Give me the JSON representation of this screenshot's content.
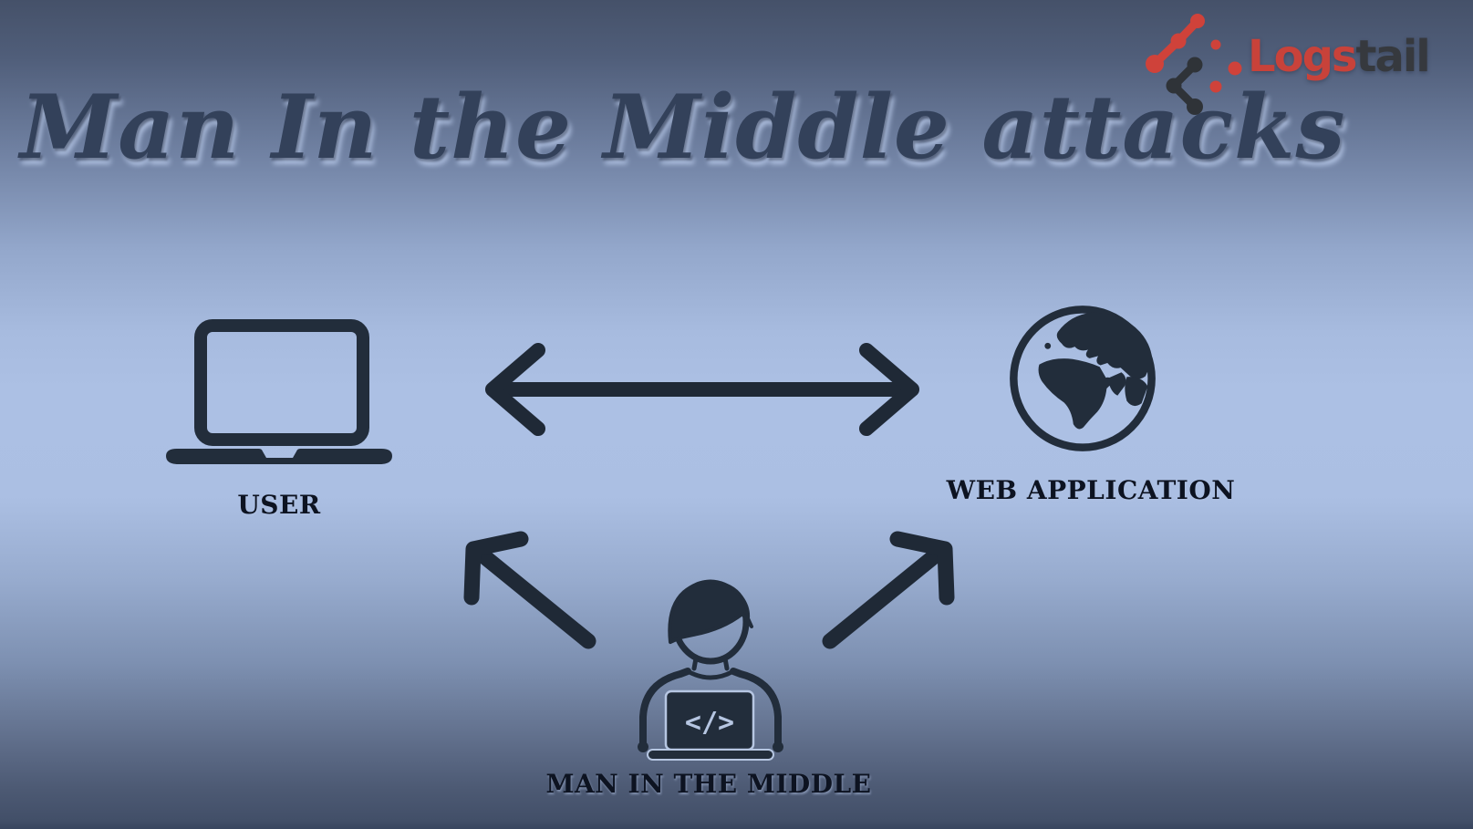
{
  "title": "Man In the Middle attacks",
  "logo": {
    "brand_primary": "Logs",
    "brand_secondary": "tail"
  },
  "nodes": {
    "user": {
      "label": "USER",
      "icon": "laptop-icon"
    },
    "web_application": {
      "label": "WEB APPLICATION",
      "icon": "globe-icon"
    },
    "man_in_the_middle": {
      "label": "MAN IN THE MIDDLE",
      "icon": "hacker-at-laptop-icon",
      "laptop_glyph": "</>"
    }
  },
  "connections": [
    {
      "from": "user",
      "to": "web_application",
      "style": "bidirectional-arrow"
    },
    {
      "from": "man_in_the_middle",
      "to": "user",
      "style": "arrow"
    },
    {
      "from": "man_in_the_middle",
      "to": "web_application",
      "style": "arrow"
    }
  ],
  "colors": {
    "icon_dark": "#222d3b",
    "label_text": "#0d1321",
    "title_text": "#33415a",
    "logo_red": "#c8423a",
    "logo_dark": "#36393e",
    "background_top": "#455169",
    "background_middle": "#acc0e4",
    "background_bottom": "#39465f"
  }
}
